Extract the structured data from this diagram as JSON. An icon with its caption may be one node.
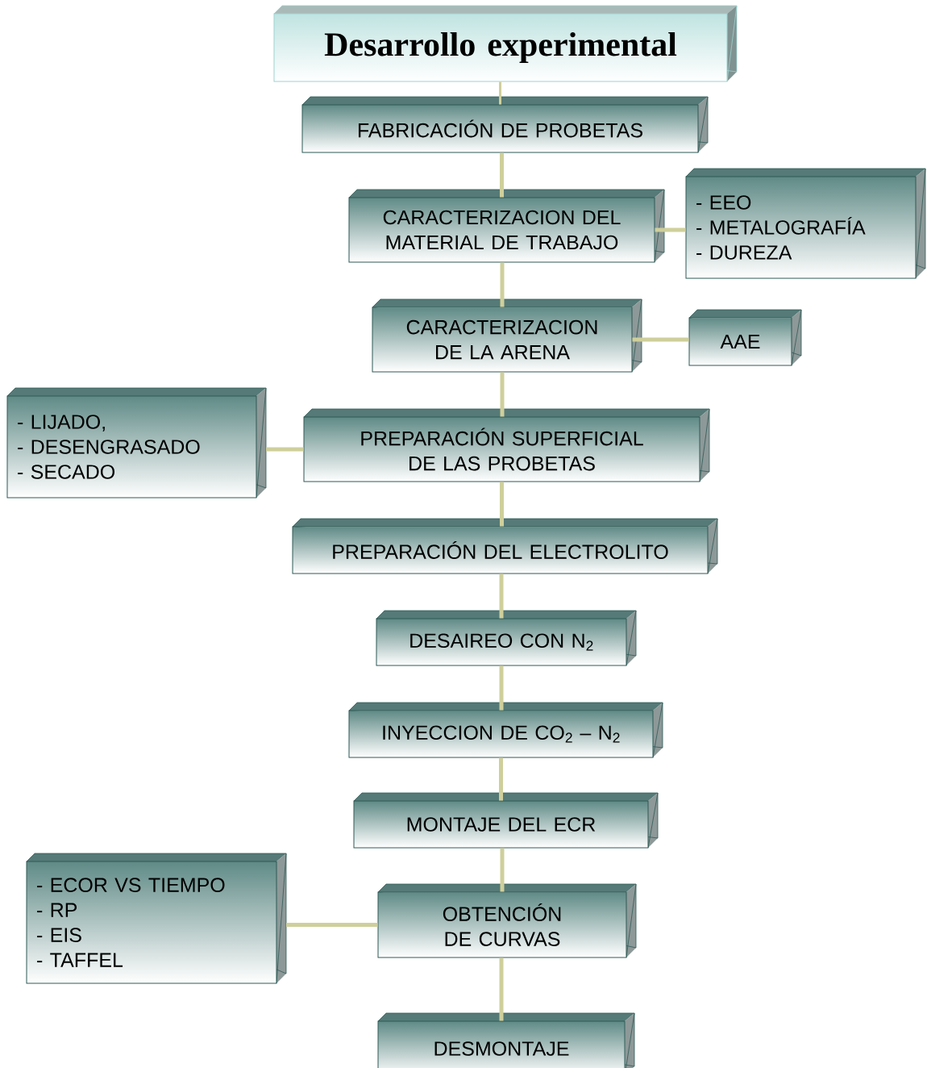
{
  "diagram": {
    "nodes": [
      {
        "text": [
          "Desarrollo experimental"
        ]
      },
      {
        "text": [
          "FABRICACIÓN DE PROBETAS"
        ]
      },
      {
        "text": [
          "CARACTERIZACION DEL MATERIAL DE TRABAJO"
        ]
      },
      {
        "text": [
          "- EEO",
          "- METALOGRAFÍA",
          "- DUREZA"
        ]
      },
      {
        "text": [
          "CARACTERIZACION DE LA ARENA"
        ]
      },
      {
        "text": [
          "AAE"
        ]
      },
      {
        "text": [
          "PREPARACIÓN SUPERFICIAL DE LAS PROBETAS"
        ]
      },
      {
        "text": [
          "- LIJADO,",
          "- DESENGRASADO",
          "- SECADO"
        ]
      },
      {
        "text": [
          "PREPARACIÓN DEL ELECTROLITO"
        ]
      },
      {
        "text": [
          "DESAIREO CON N$_{2}$"
        ]
      },
      {
        "text": [
          "INYECCION DE CO$_{2}$ – N$_{2}$"
        ]
      },
      {
        "text": [
          "MONTAJE DEL ECR"
        ]
      },
      {
        "text": [
          "- ECOR VS TIEMPO",
          "- RP",
          "- EIS",
          "- TAFFEL"
        ]
      },
      {
        "text": [
          "OBTENCIÓN DE CURVAS"
        ]
      },
      {
        "text": [
          "DESMONTAJE"
        ]
      }
    ],
    "edges": [
      {
        "from": 0,
        "to": 1,
        "arrow": "none"
      },
      {
        "from": 1,
        "to": 2,
        "arrow": "none"
      },
      {
        "from": 2,
        "to": 3,
        "arrow": "none"
      },
      {
        "from": 2,
        "to": 4,
        "arrow": "none"
      },
      {
        "from": 4,
        "to": 5,
        "arrow": "none"
      },
      {
        "from": 4,
        "to": 6,
        "arrow": "none"
      },
      {
        "from": 6,
        "to": 7,
        "arrow": "none"
      },
      {
        "from": 6,
        "to": 8,
        "arrow": "none"
      },
      {
        "from": 8,
        "to": 9,
        "arrow": "none"
      },
      {
        "from": 9,
        "to": 10,
        "arrow": "none"
      },
      {
        "from": 10,
        "to": 11,
        "arrow": "none"
      },
      {
        "from": 11,
        "to": 13,
        "arrow": "none"
      },
      {
        "from": 13,
        "to": 12,
        "arrow": "none"
      },
      {
        "from": 13,
        "to": 14,
        "arrow": "none"
      }
    ]
  }
}
